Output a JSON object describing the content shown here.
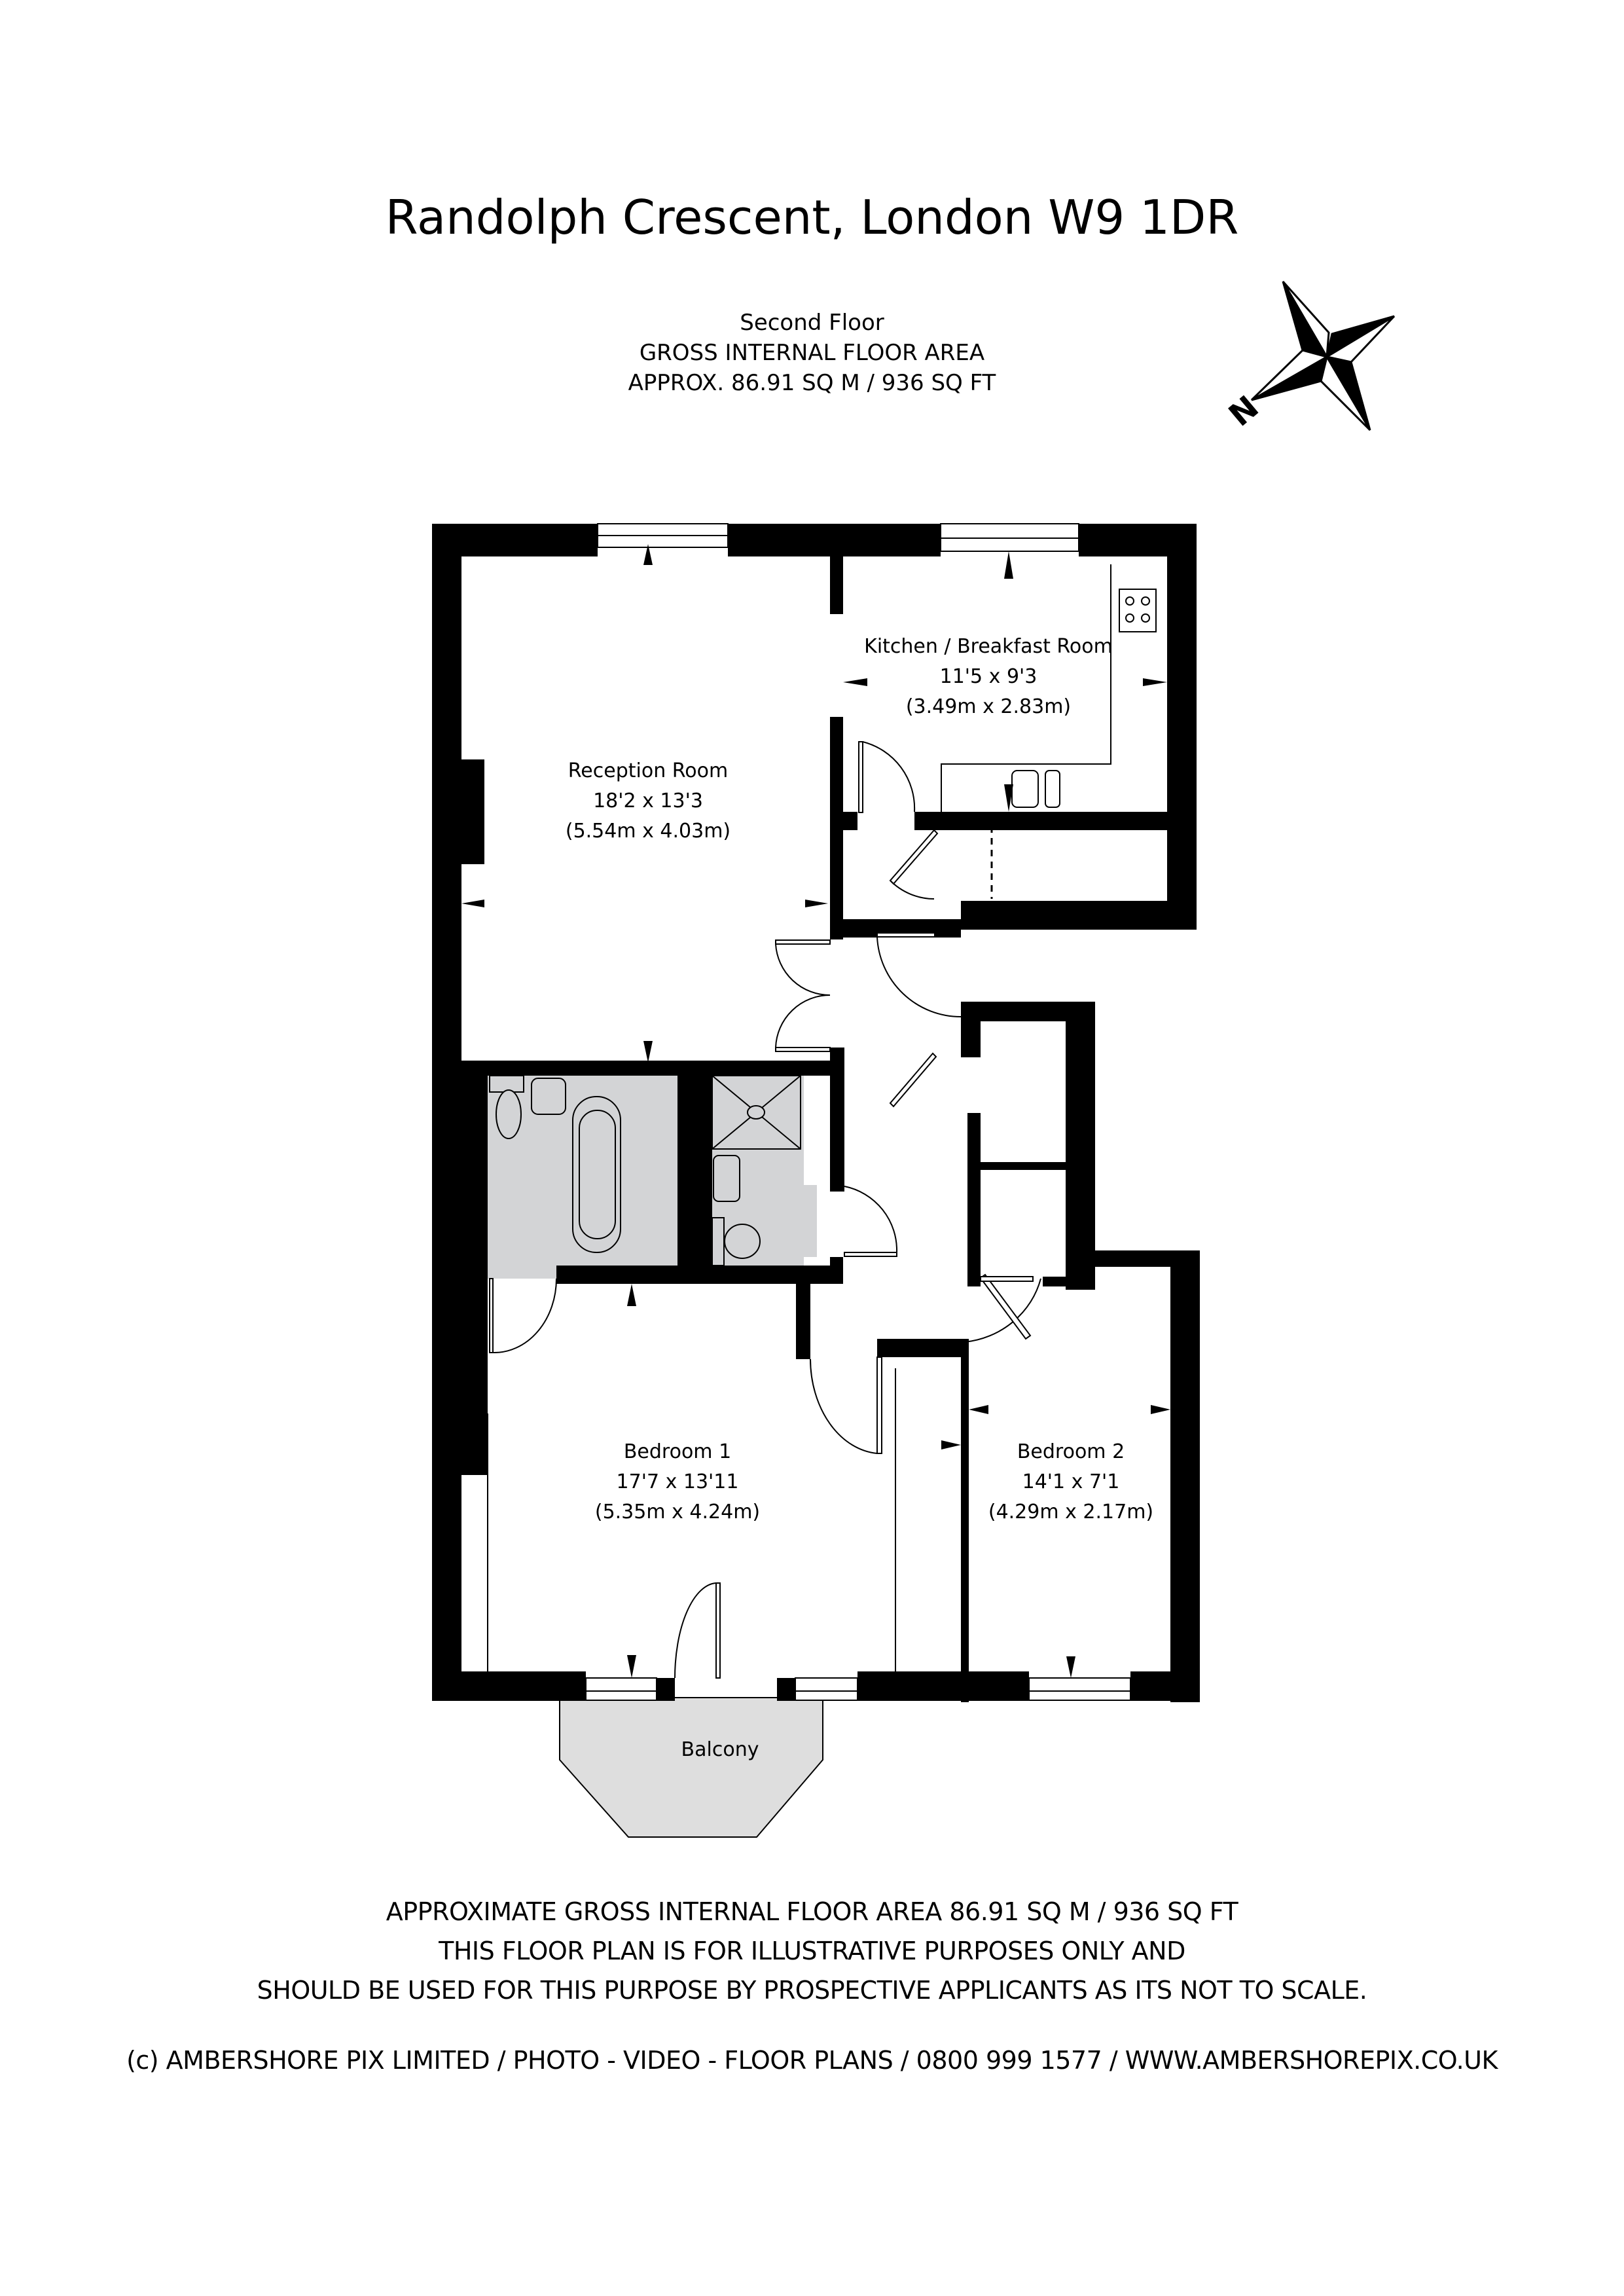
{
  "header": {
    "title": "Randolph Crescent, London W9 1DR",
    "floor_name": "Second Floor",
    "area_heading": "GROSS INTERNAL FLOOR AREA",
    "area_value": "APPROX. 86.91 SQ M / 936 SQ FT"
  },
  "compass": {
    "icon": "north-compass-rose-icon",
    "label": "N"
  },
  "rooms": {
    "reception": {
      "name": "Reception Room",
      "imperial": "18'2 x 13'3",
      "metric": "(5.54m x 4.03m)"
    },
    "kitchen": {
      "name": "Kitchen / Breakfast Room",
      "imperial": "11'5 x 9'3",
      "metric": "(3.49m x 2.83m)"
    },
    "bedroom1": {
      "name": "Bedroom 1",
      "imperial": "17'7 x 13'11",
      "metric": "(5.35m x 4.24m)"
    },
    "bedroom2": {
      "name": "Bedroom 2",
      "imperial": "14'1 x 7'1",
      "metric": "(4.29m x 2.17m)"
    },
    "balcony": {
      "name": "Balcony"
    }
  },
  "colors": {
    "wall": "#000000",
    "bathroom_fill": "#d3d4d6",
    "balcony_fill": "#dedede",
    "background": "#ffffff"
  },
  "footer": {
    "line1": "APPROXIMATE GROSS INTERNAL FLOOR AREA 86.91 SQ M / 936 SQ FT",
    "line2": "THIS FLOOR PLAN IS FOR ILLUSTRATIVE PURPOSES ONLY AND",
    "line3": "SHOULD BE USED FOR THIS PURPOSE BY PROSPECTIVE APPLICANTS AS ITS NOT TO SCALE.",
    "credit": "(c) AMBERSHORE PIX LIMITED / PHOTO - VIDEO - FLOOR PLANS / 0800 999 1577 / WWW.AMBERSHOREPIX.CO.UK"
  }
}
